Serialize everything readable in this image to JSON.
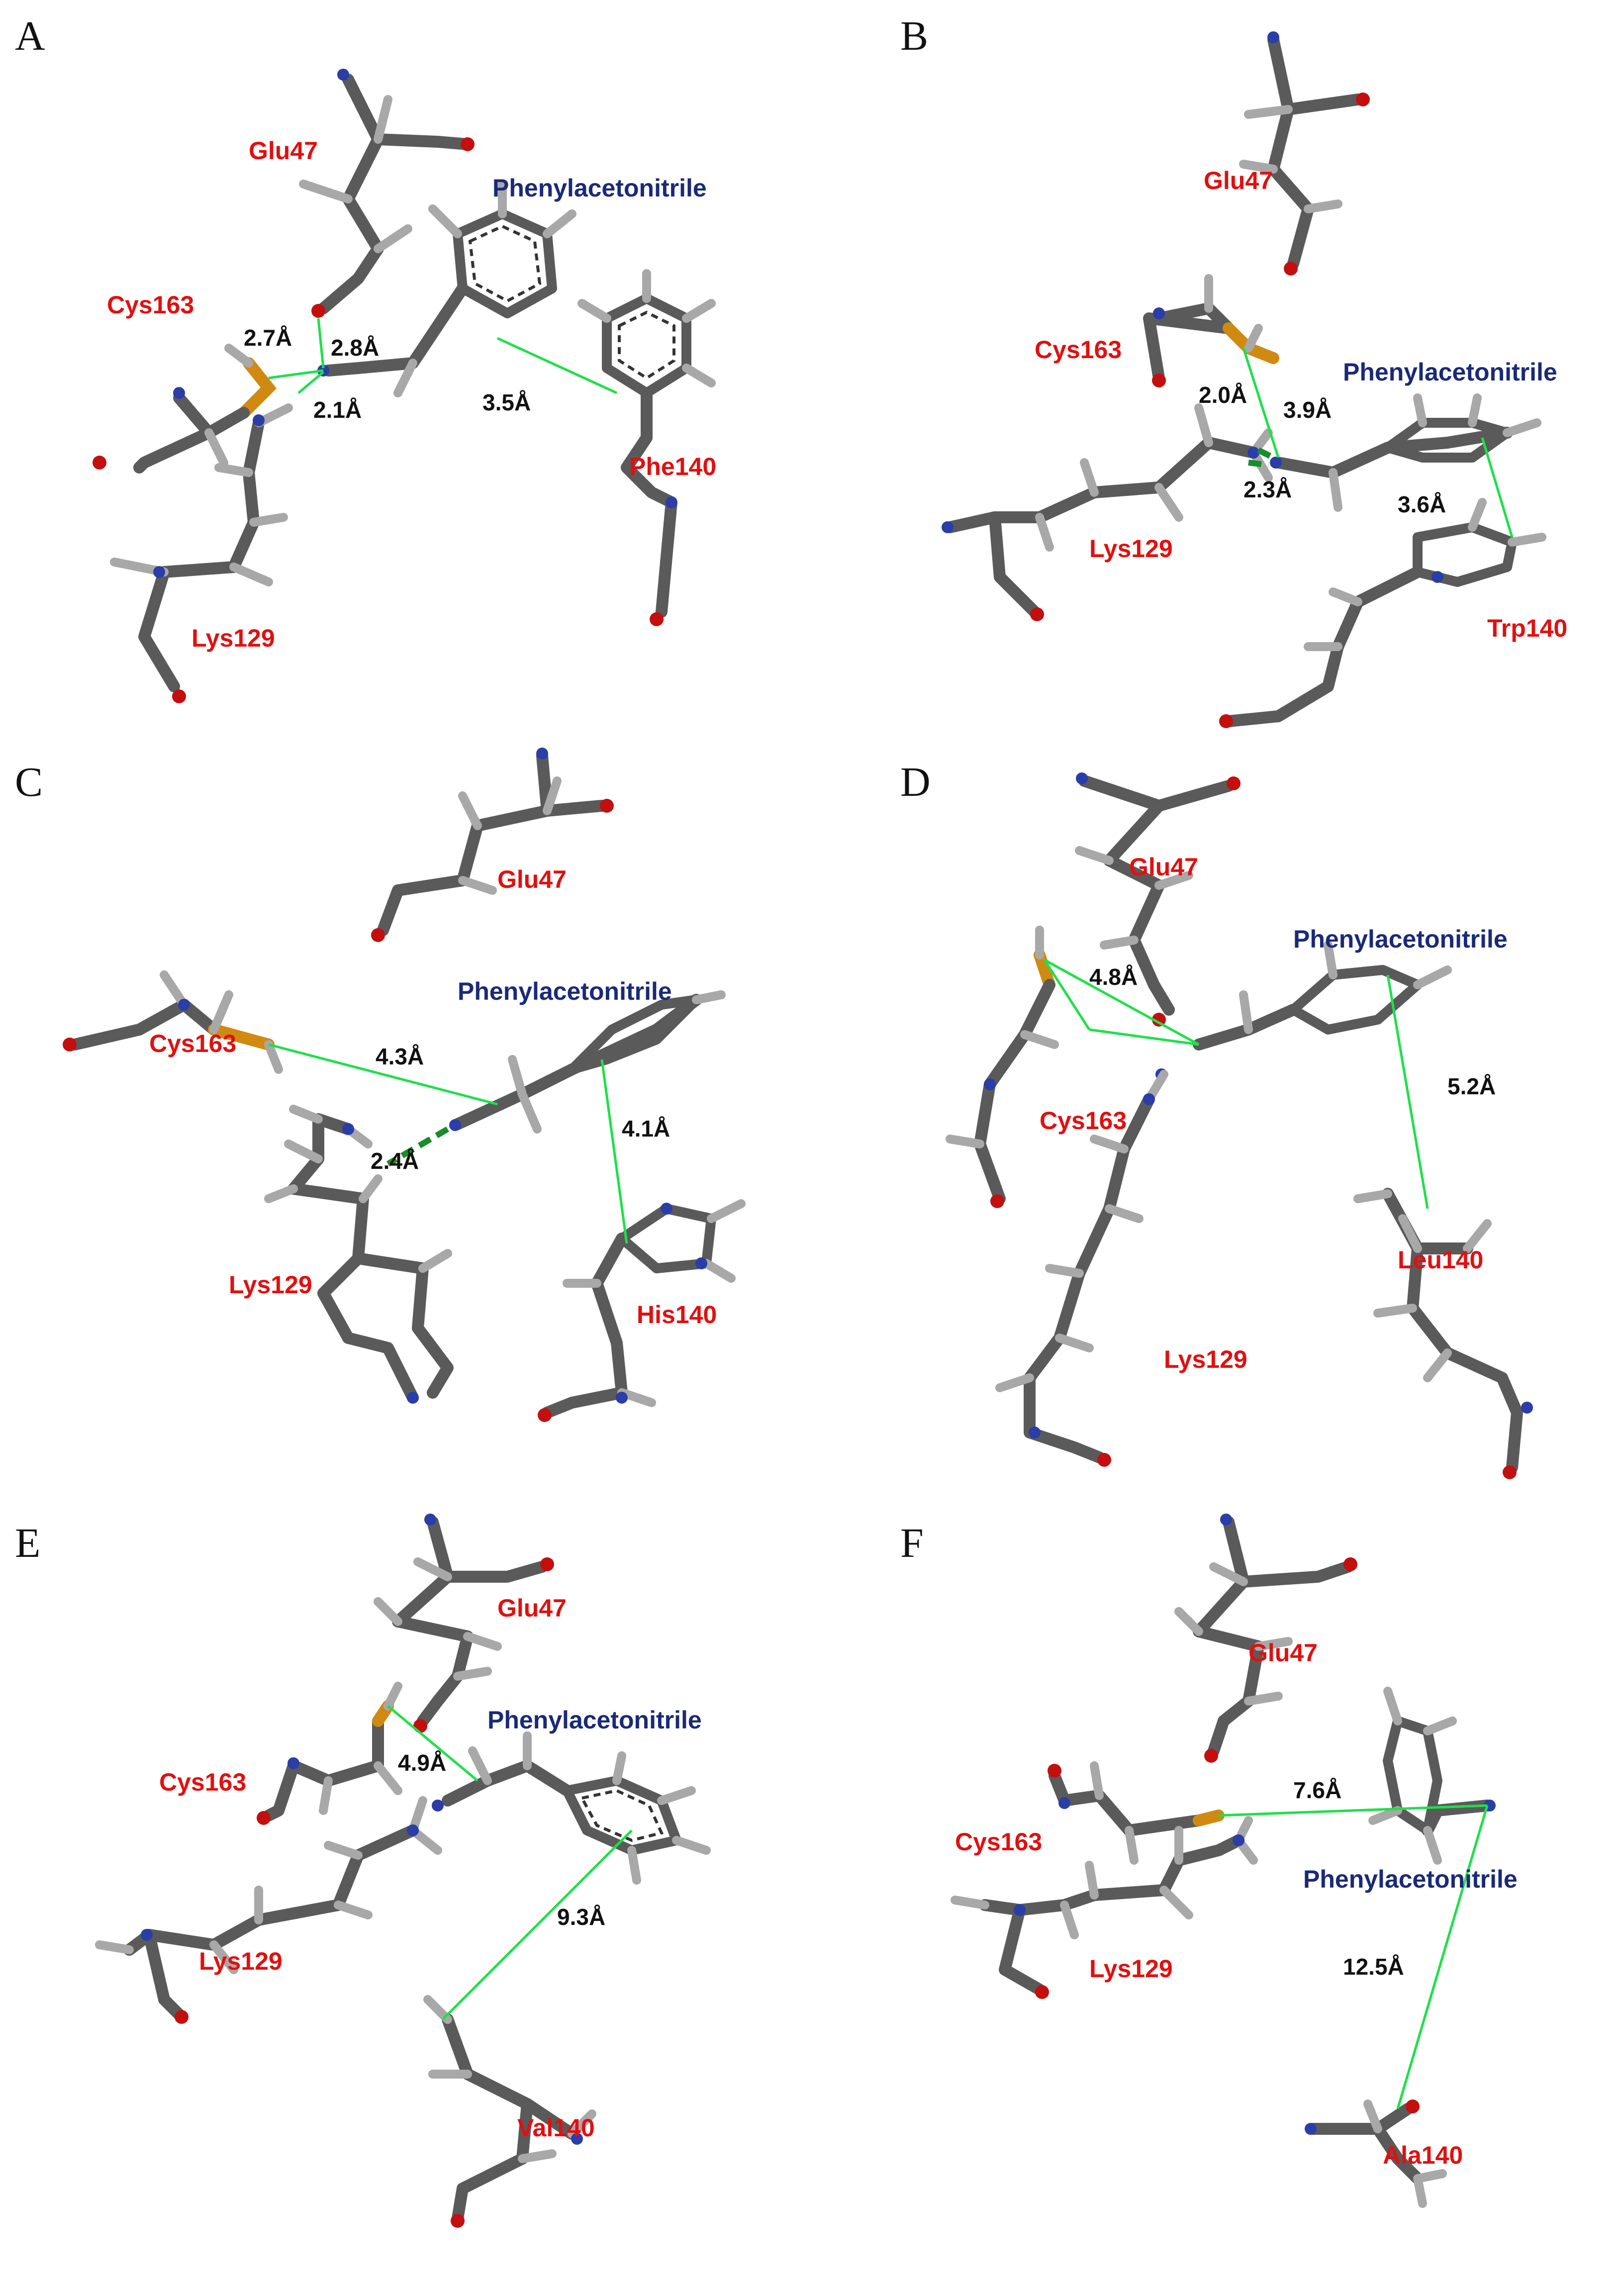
{
  "panels": [
    {
      "letter": "A",
      "ligand": "Phenylacetonitrile",
      "residues": [
        "Glu47",
        "Cys163",
        "Lys129",
        "Phe140"
      ],
      "distances": [
        "2.7Å",
        "2.8Å",
        "2.1Å",
        "3.5Å"
      ]
    },
    {
      "letter": "B",
      "ligand": "Phenylacetonitrile",
      "residues": [
        "Glu47",
        "Cys163",
        "Lys129",
        "Trp140"
      ],
      "distances": [
        "2.0Å",
        "3.9Å",
        "2.3Å",
        "3.6Å"
      ]
    },
    {
      "letter": "C",
      "ligand": "Phenylacetonitrile",
      "residues": [
        "Glu47",
        "Cys163",
        "Lys129",
        "His140"
      ],
      "distances": [
        "4.3Å",
        "2.4Å",
        "4.1Å"
      ]
    },
    {
      "letter": "D",
      "ligand": "Phenylacetonitrile",
      "residues": [
        "Glu47",
        "Cys163",
        "Lys129",
        "Leu140"
      ],
      "distances": [
        "4.8Å",
        "5.2Å"
      ]
    },
    {
      "letter": "E",
      "ligand": "Phenylacetonitrile",
      "residues": [
        "Glu47",
        "Cys163",
        "Lys129",
        "Val140"
      ],
      "distances": [
        "4.9Å",
        "9.3Å"
      ]
    },
    {
      "letter": "F",
      "ligand": "Phenylacetonitrile",
      "residues": [
        "Glu47",
        "Cys163",
        "Lys129",
        "Ala140"
      ],
      "distances": [
        "7.6Å",
        "12.5Å"
      ]
    }
  ],
  "colors": {
    "carbon": "#5a5a5a",
    "hydrogen": "#a8a8a8",
    "oxygen": "#c40f0f",
    "nitrogen": "#2a3ea8",
    "sulfur": "#d08a12",
    "contact_line": "#1ee04a",
    "hbond_line": "#1a8c2a",
    "residue_label": "#e11010",
    "ligand_label": "#1a2a78"
  }
}
